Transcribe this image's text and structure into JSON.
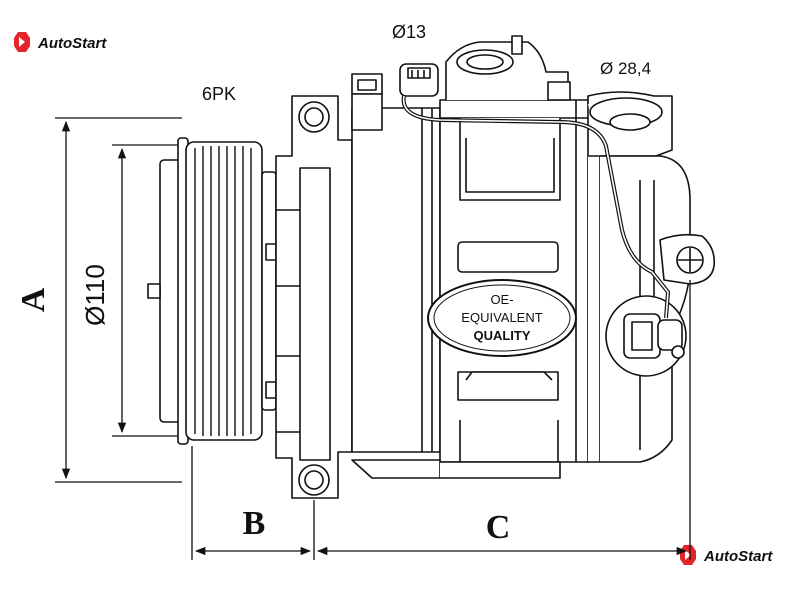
{
  "brand": {
    "name": "AutoStart",
    "accent": "#e3242b"
  },
  "labels": {
    "pulley_type": "6PK",
    "port_small": "Ø13",
    "port_large": "Ø 28,4",
    "pulley_diameter": "Ø110",
    "seal_line1": "OE-",
    "seal_line2": "EQUIVALENT",
    "seal_line3": "QUALITY"
  },
  "dimensions": {
    "a": "A",
    "b": "B",
    "c": "C"
  },
  "icons": {
    "logo": "autostart-logo-icon"
  }
}
